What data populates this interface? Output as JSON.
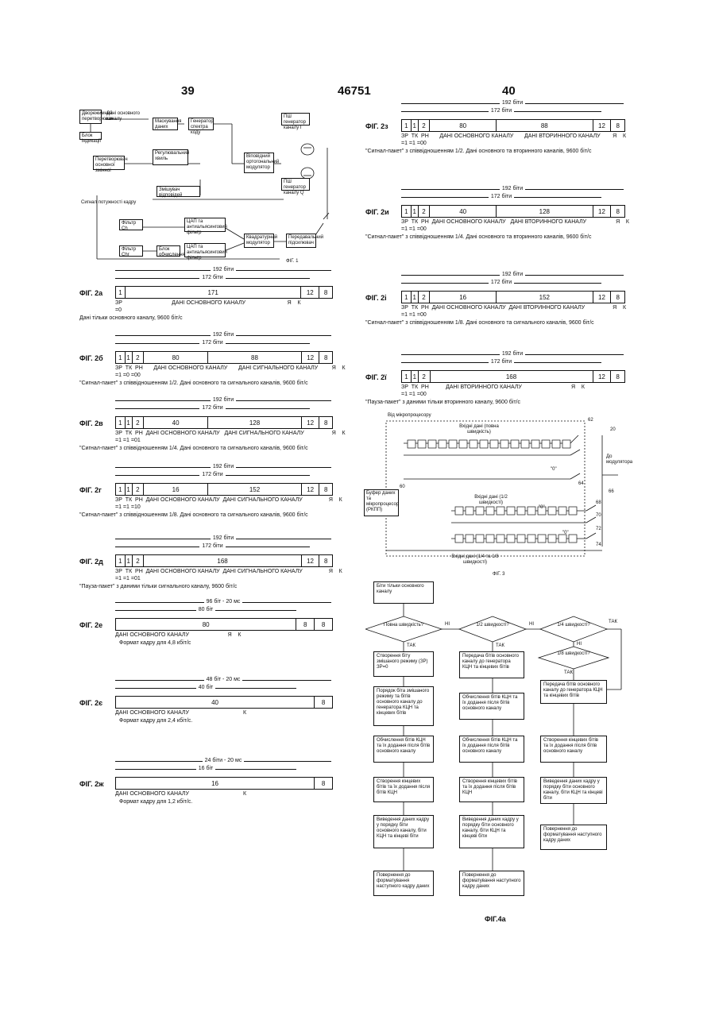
{
  "header": {
    "left": "39",
    "center": "46751",
    "right": "40"
  },
  "fig1": {
    "caption": "ФІГ. 1",
    "signal_label": "Сигнал потужностi кадру",
    "blocks": [
      "Дворежимний перетворювач",
      "Блок індикації",
      "Дані основного каналу",
      "Маскування даних",
      "Генератор спектра коду",
      "Перетворювач основної змiнної",
      "Регулювальний хвиль",
      "Віповідний ортогональний модулятор",
      "ПШ генератор каналу I",
      "ПШ генератор каналу Q",
      "Фільтр Ch",
      "Фільтр Chr",
      "ЦАП та антиальясинговий фільтр",
      "ЦАП та антиальясинговий фільтр",
      "Квадратурний модулятор",
      "Передавальний підсилювач",
      "Блок обчислення",
      "Змішувач відповідей"
    ]
  },
  "frames_left": [
    {
      "fig": "ФІГ. 2а",
      "bits192": "192 біти",
      "bits172": "172 біти",
      "cells": [
        "1",
        "171",
        "12",
        "8"
      ],
      "labels": "ЗР                                ДАНІ ОСНОВНОГО КАНАЛУ                           Я    К",
      "labels2": "=0",
      "caption": "Дані тільки основного каналу, 9600 біт/с"
    },
    {
      "fig": "ФІГ. 2б",
      "bits192": "192 біти",
      "bits172": "172 біти",
      "cells": [
        "1",
        "1",
        "2",
        "80",
        "88",
        "12",
        "8"
      ],
      "labels": "ЗР  ТК  РН       ДАНІ ОСНОВНОГО КАНАЛУ       ДАНІ СИГНАЛЬНОГО КАНАЛУ         Я    К",
      "labels2": "=1  =0  =00",
      "caption": "\"Сигнал-пакет\" з співвідношенням 1/2. Дані основного та сигнального каналів, 9600 біт/с"
    },
    {
      "fig": "ФІГ. 2в",
      "bits192": "192 біти",
      "bits172": "172 біти",
      "cells": [
        "1",
        "1",
        "2",
        "40",
        "128",
        "12",
        "8"
      ],
      "labels": "ЗР  ТК  РН  ДАНІ ОСНОВНОГО КАНАЛУ   ДАНІ СИГНАЛЬНОГО КАНАЛУ                  Я    К",
      "labels2": "=1  =1  =01",
      "caption": "\"Сигнал-пакет\" з співвідношенням 1/4. Дані основного та сигнального каналів, 9600 біт/с"
    },
    {
      "fig": "ФІГ. 2г",
      "bits192": "192 біти",
      "bits172": "172 біти",
      "cells": [
        "1",
        "1",
        "2",
        "16",
        "152",
        "12",
        "8"
      ],
      "labels": "ЗР  ТК  РН  ДАНІ ОСНОВНОГО КАНАЛУ  ДАНІ СИГНАЛЬНОГО КАНАЛУ                 Я    К",
      "labels2": "=1  =1  =10",
      "caption": "\"Сигнал-пакет\" з співвідношенням 1/8. Дані основного та сигнального каналів, 9600 біт/с"
    },
    {
      "fig": "ФІГ. 2д",
      "bits192": "192 біти",
      "bits172": "172 біти",
      "cells": [
        "1",
        "1",
        "2",
        "168",
        "12",
        "8"
      ],
      "labels": "ЗР  ТК  РН  ДАНІ ОСНОВНОГО КАНАЛУ  ДАНІ СИГНАЛЬНОГО КАНАЛУ                 Я    К",
      "labels2": "=1  =1  =01",
      "caption": "\"Пауза-пакет\" з даними тільки сигнального каналу, 9600 біт/с"
    }
  ],
  "frames_rate": [
    {
      "fig": "ФІГ. 2е",
      "top": "96 біт - 20 мс",
      "bottom": "80 біт",
      "cells": [
        "80",
        "8",
        "8"
      ],
      "labels": "ДАНІ ОСНОВНОГО КАНАЛУ                         Я    К",
      "caption": "Формат кадру для 4,8 кбіт/с"
    },
    {
      "fig": "ФІГ. 2є",
      "top": "48 біт - 20 мс",
      "bottom": "40 біт",
      "cells": [
        "40",
        "8"
      ],
      "labels": "ДАНІ ОСНОВНОГО КАНАЛУ                                   К",
      "caption": "Формат кадру для 2,4 кбіт/с."
    },
    {
      "fig": "ФІГ. 2ж",
      "top": "24 біти - 20 мс",
      "bottom": "16 біт",
      "cells": [
        "16",
        "8"
      ],
      "labels": "ДАНІ ОСНОВНОГО КАНАЛУ                                   К",
      "caption": "Формат кадру для 1,2 кбіт/с."
    }
  ],
  "frames_right": [
    {
      "fig": "ФІГ. 2з",
      "bits192": "192 біти",
      "bits172": "172 біти",
      "cells": [
        "1",
        "1",
        "2",
        "80",
        "88",
        "12",
        "8"
      ],
      "labels": "ЗР  ТК  РН       ДАНІ ОСНОВНОГО КАНАЛУ       ДАНІ ВТОРИННОГО КАНАЛУ        Я    К",
      "labels2": "=1  =1  =00",
      "caption": "\"Сигнал-пакет\" з співвідношенням 1/2. Дані основного та вторинного каналів, 9600 біт/с"
    },
    {
      "fig": "ФІГ. 2и",
      "bits192": "192 біти",
      "bits172": "172 біти",
      "cells": [
        "1",
        "1",
        "2",
        "40",
        "128",
        "12",
        "8"
      ],
      "labels": "ЗР  ТК  РН  ДАНІ ОСНОВНОГО КАНАЛУ   ДАНІ ВТОРИННОГО КАНАЛУ                   Я    К",
      "labels2": "=1  =1  =00",
      "caption": "\"Сигнал-пакет\" з співвідношенням 1/4. Дані основного та вторинного каналів, 9600 біт/с"
    },
    {
      "fig": "ФІГ. 2і",
      "bits192": "192 біти",
      "bits172": "172 біти",
      "cells": [
        "1",
        "1",
        "2",
        "16",
        "152",
        "12",
        "8"
      ],
      "labels": "ЗР  ТК  РН  ДАНІ ОСНОВНОГО КАНАЛУ  ДАНІ ВТОРИННОГО КАНАЛУ                  Я    К",
      "labels2": "=1  =1  =00",
      "caption": "\"Сигнал-пакет\" з співвідношенням 1/8. Дані основного та сигнального каналів, 9600 біт/с"
    },
    {
      "fig": "ФІГ. 2ї",
      "bits192": "192 біти",
      "bits172": "172 біти",
      "cells": [
        "1",
        "1",
        "2",
        "168",
        "12",
        "8"
      ],
      "labels": "ЗР  ТК  РН           ДАНІ ВТОРИННОГО КАНАЛУ                                Я    К",
      "labels2": "=1  =1  =00",
      "caption": "\"Пауза-пакет\" з даними тільки вторинного каналу, 9600 біт/с"
    }
  ],
  "fig3": {
    "caption": "ФІГ. 3",
    "labels": [
      "Від мікропроцесору",
      "Вхідні дані (повна швидкість)",
      "Буфер даних та мікропроцесор (РКПП)",
      "Вхідні дані (1/2 швидкості)",
      "Вхідні дані (1/4 та 1/8 швидкості)",
      "До модулятора"
    ],
    "refs": [
      "20",
      "60",
      "62",
      "64",
      "66",
      "68",
      "70",
      "72",
      "74"
    ],
    "switch_labels": [
      "\"0\"",
      "\"0\"",
      "\"0\""
    ]
  },
  "fig4a": {
    "caption": "ФІГ.4а",
    "start": "Біти тільки основного каналу",
    "decisions": [
      "Повна швидкість?",
      "1/2 швидкості?",
      "1/4 швидкості?",
      "1/8 швидкості?"
    ],
    "branch_labels": {
      "yes": "ТАК",
      "no": "НІ"
    },
    "col1": [
      "Створення біту змішаного режиму (ЗР)        ЗР=0",
      "Порядок біта змішаного режиму та бітів основного каналу до генератора КЦН та кінцевих бітів",
      "Обчислення бітів КЦН та їх додання після бітів основного каналу",
      "Створення кінцевих бітів та їх додання після бітів КЦН",
      "Виведення даних кадру у порядку біти основного каналу, біти КЦН та кінцеві біти",
      "Повернення до форматування наступного кадру даних"
    ],
    "col2": [
      "Передача бітів основного каналу до генератора КЦН та кінцевих бітів",
      "Обчислення бітів КЦН та їх додання після бітів основного каналу",
      "Обчислення бітів КЦН та їх додання після бітів основного каналу",
      "Створення кінцевих бітів та їх додання після бітів КЦН",
      "Виведення даних кадру у порядку біти основного каналу, біти КЦН та кінцеві біти",
      "Повернення до форматування наступного кадру даних"
    ],
    "col3": [
      "Передача бітів основного каналу до генератора КЦН та кінцевих бітів",
      "Створення кінцевих бітів та їх додання після бітів основного каналу",
      "Виведення даних кадру у порядку біти основного каналу, біти КЦН та кінцеві біти",
      "Повернення до форматування наступного кадру даних"
    ]
  }
}
